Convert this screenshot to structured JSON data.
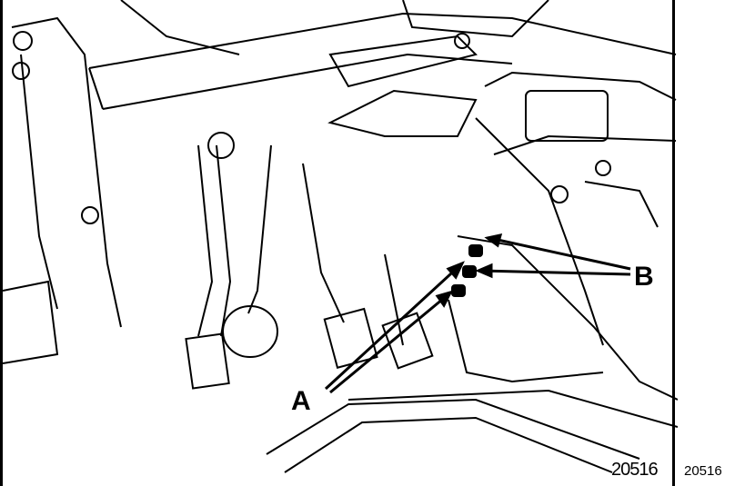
{
  "labels": {
    "a": "A",
    "b": "B"
  },
  "reference_number": "20516",
  "reference_number_overlay": "20516",
  "colors": {
    "line": "#000000",
    "background": "#ffffff"
  }
}
